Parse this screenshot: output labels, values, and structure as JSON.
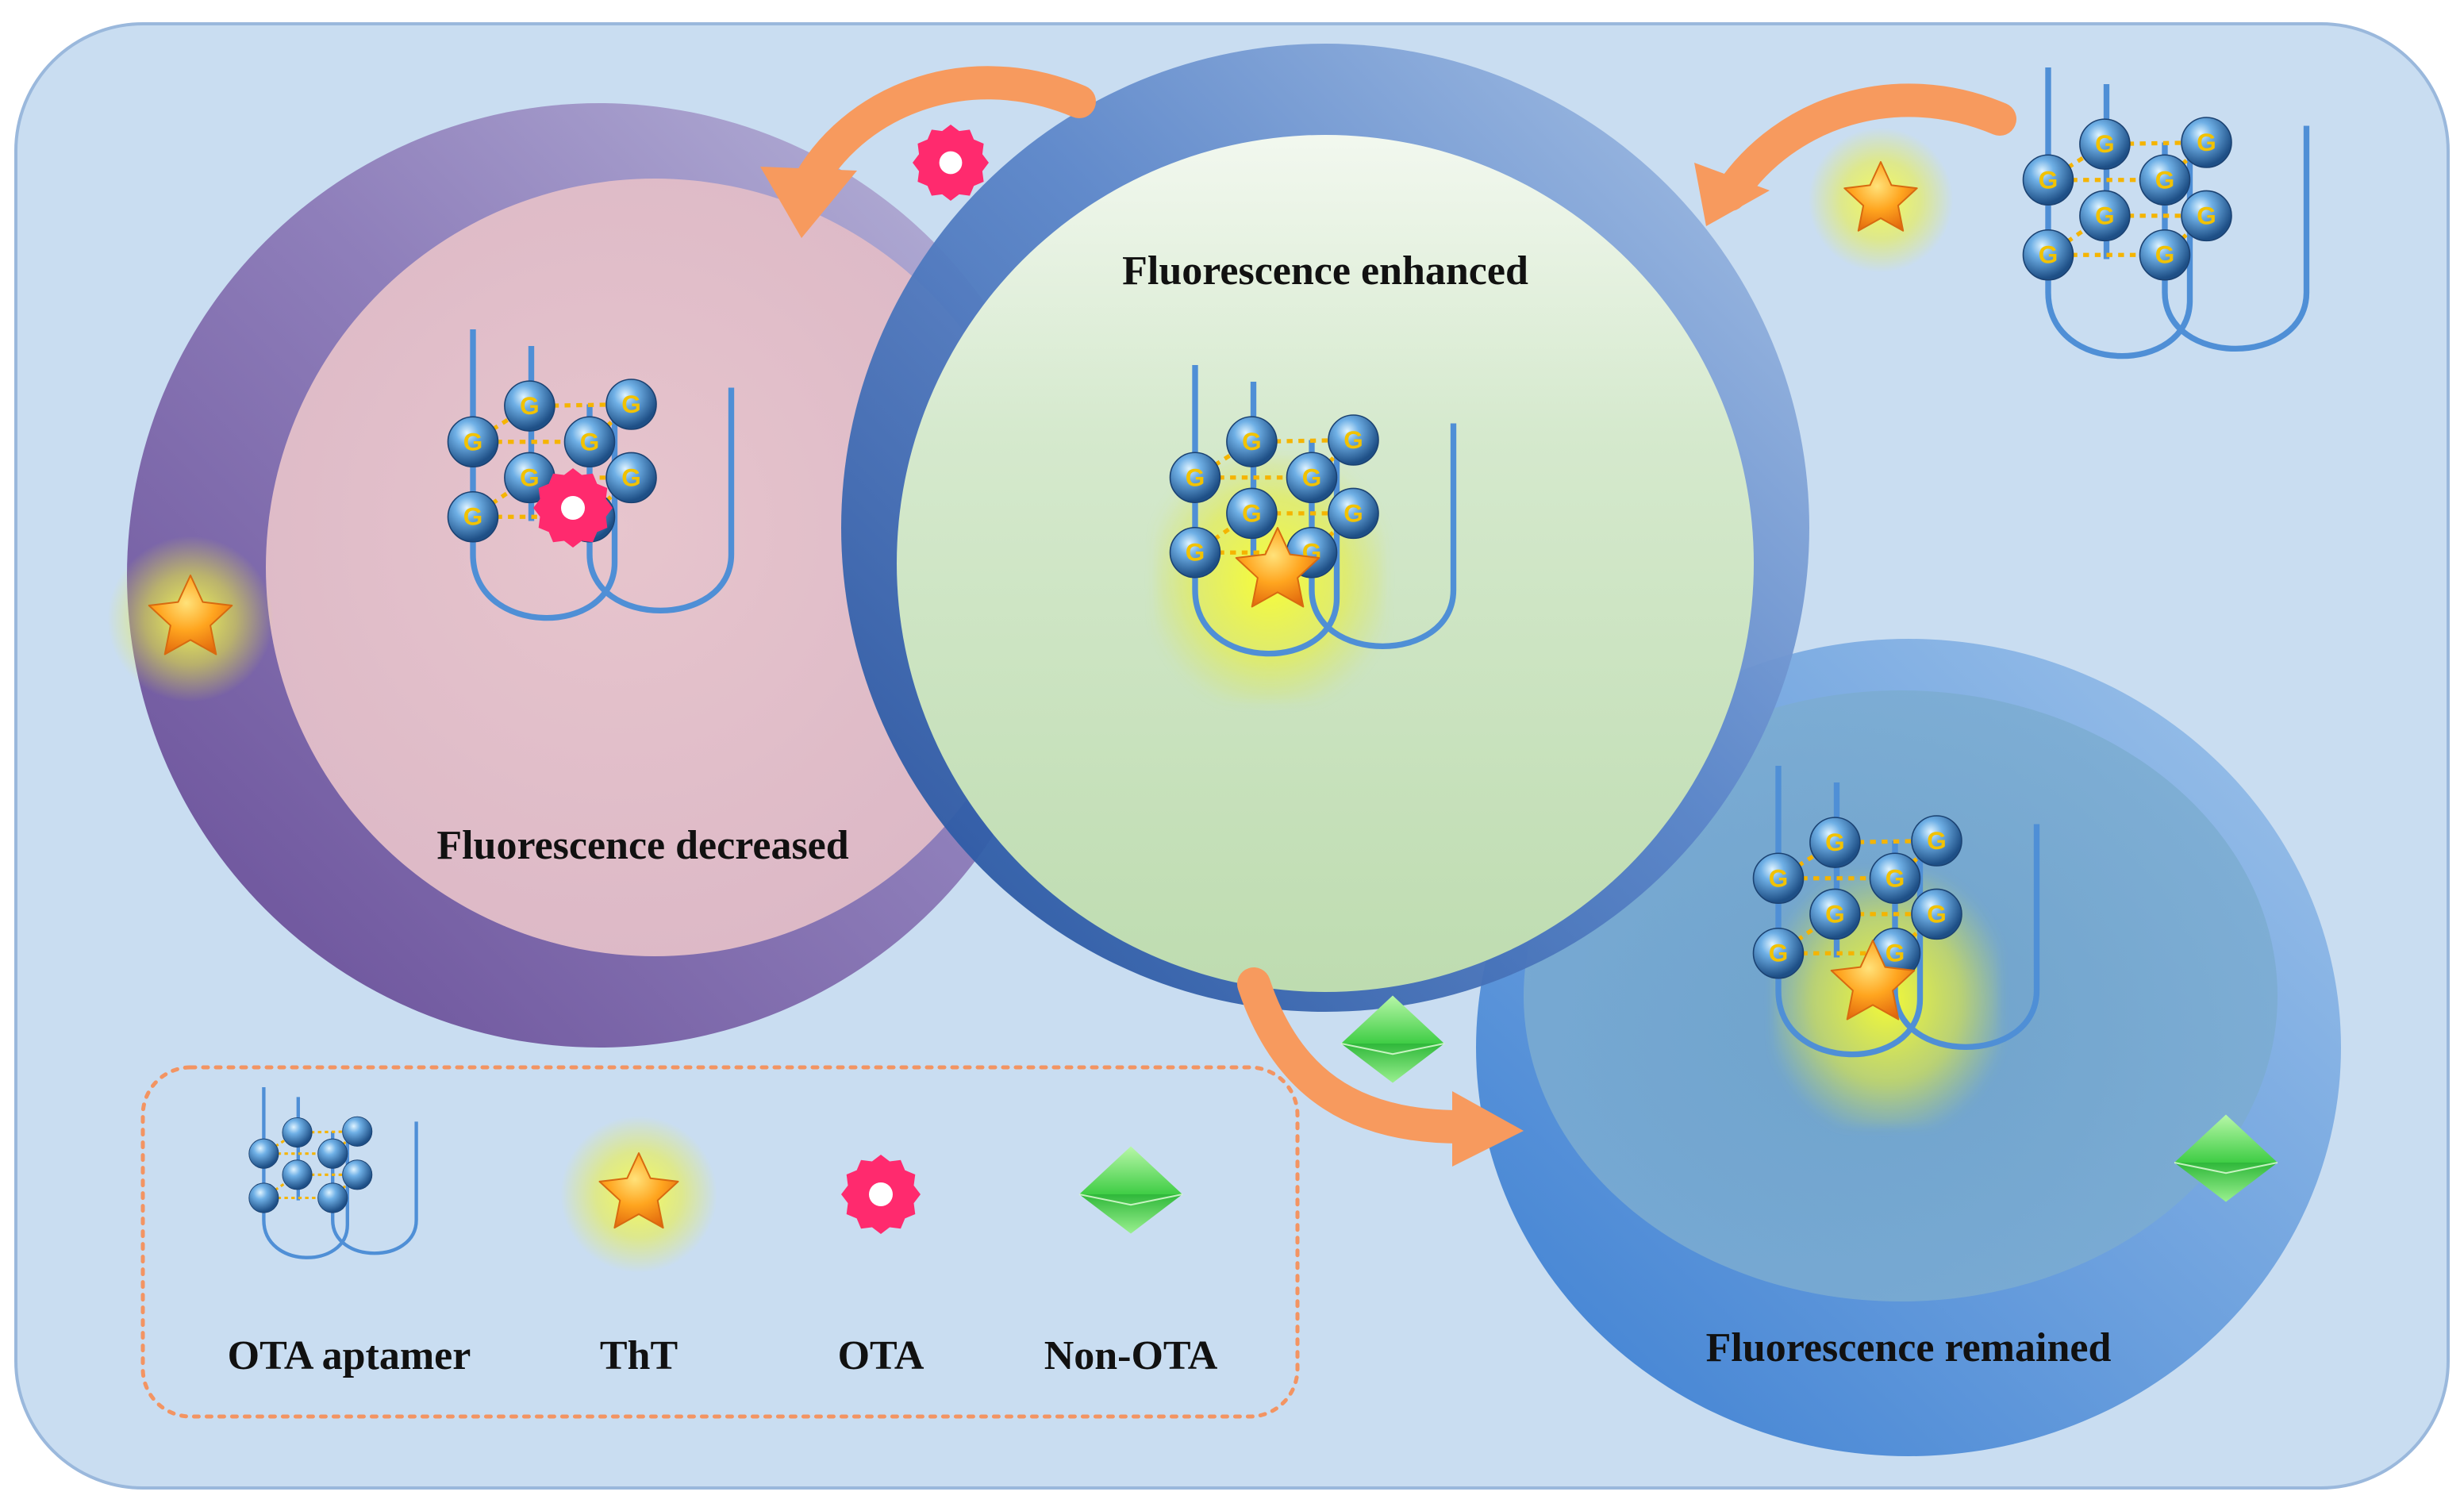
{
  "panels": {
    "decreased": {
      "label": "Fluorescence decreased"
    },
    "enhanced": {
      "label": "Fluorescence enhanced"
    },
    "remained": {
      "label": "Fluorescence remained"
    }
  },
  "legend": {
    "items": [
      {
        "id": "aptamer",
        "label": "OTA aptamer",
        "icon": "g-quadruplex-aptamer-icon"
      },
      {
        "id": "tht",
        "label": "ThT",
        "icon": "glowing-star-icon"
      },
      {
        "id": "ota",
        "label": "OTA",
        "icon": "pink-cog-icon"
      },
      {
        "id": "nonota",
        "label": "Non-OTA",
        "icon": "green-diamond-icon"
      }
    ]
  },
  "nucleotide_letter": "G",
  "colors": {
    "background": "#c9ddf1",
    "background_border": "#9ab8dc",
    "strand": "#4f8fd6",
    "bond": "#f5b400",
    "sphere": "#3f82c2",
    "star": "#ff9a1f",
    "glow": "#f1f21e",
    "ota": "#ff2a6e",
    "non_ota": "#46d24a",
    "arrow": "#f79a5e",
    "legend_border": "#f39462"
  }
}
